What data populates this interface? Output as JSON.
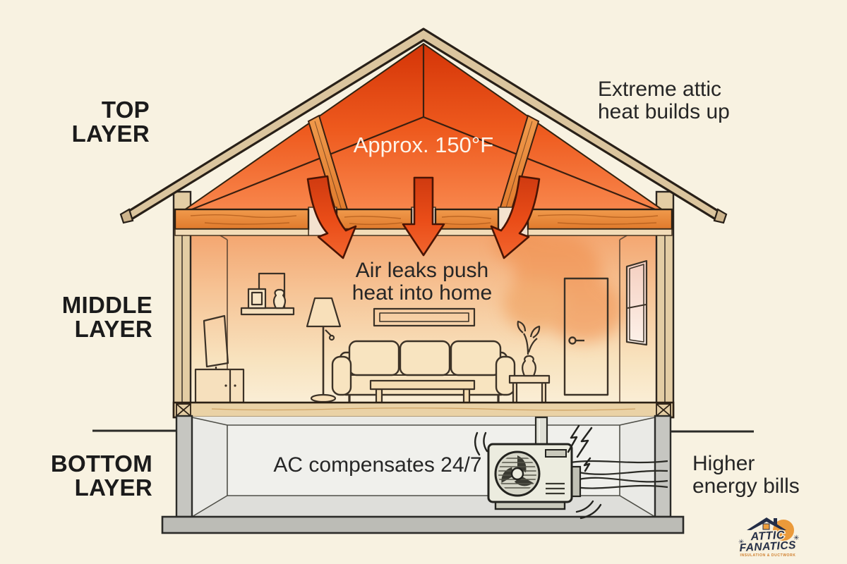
{
  "layer_labels": {
    "top": [
      "TOP",
      "LAYER"
    ],
    "middle": [
      "MIDDLE",
      "LAYER"
    ],
    "bottom": [
      "BOTTOM",
      "LAYER"
    ]
  },
  "annotations": {
    "attic_temperature": "Approx. 150°F",
    "attic_heat": [
      "Extreme attic",
      "heat builds up"
    ],
    "air_leaks": [
      "Air leaks push",
      "heat into home"
    ],
    "ac": "AC compensates 24/7",
    "energy_bills": [
      "Higher",
      "energy bills"
    ]
  },
  "logo": {
    "name": [
      "ATTIC",
      "FANATICS"
    ],
    "tagline": "INSULATION & DUCTWORK",
    "sparkle_icon": "✳"
  },
  "colors": {
    "background": "#f8f2e1",
    "attic_hot_top": "#d43407",
    "attic_hot_bottom": "#f98a50",
    "arrow_red": "#e8491a",
    "roof_sheathing": "#dbc59e",
    "ceiling_wood": "#ea8a3c",
    "room_wall_top": "#f29a61",
    "room_wall_bottom": "#faeed6",
    "floor_wood": "#ead2a6",
    "concrete_wall": "#c6c6c1",
    "basement_fill": "#eaeae6",
    "outline_dark": "#2b2520",
    "text_dark": "#262626",
    "text_light": "#fdf4ea",
    "logo_navy": "#242e47",
    "logo_orange": "#eb9a3a"
  }
}
